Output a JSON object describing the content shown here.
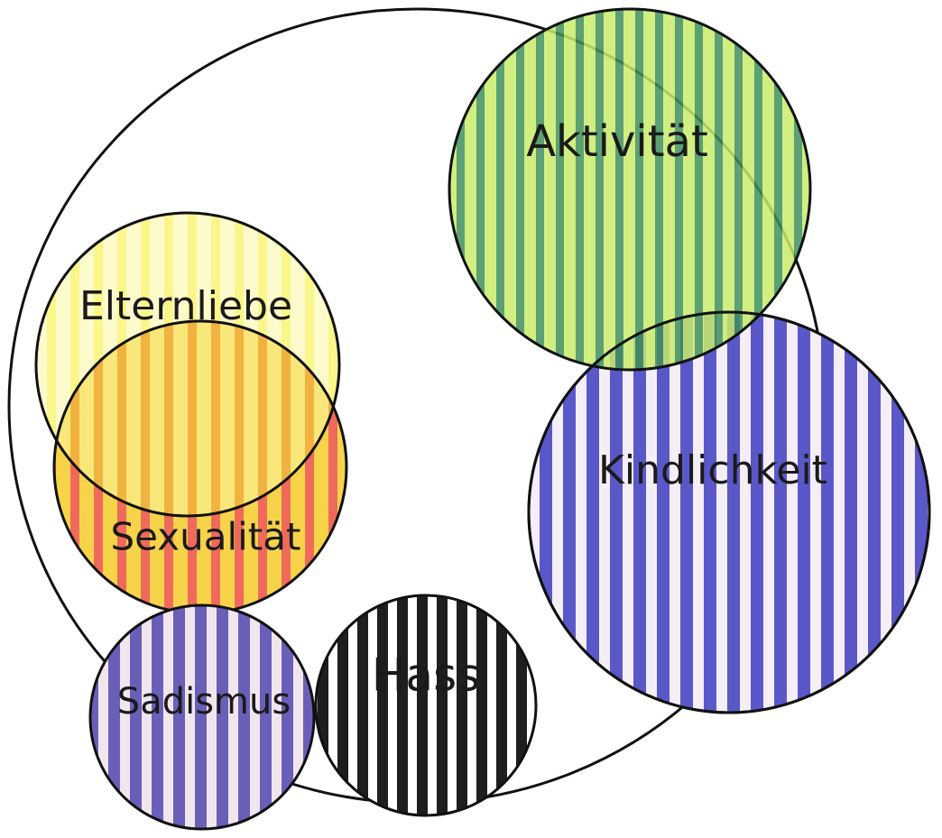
{
  "circles": [
    {
      "id": "elternliebe",
      "label": "Elternliebe",
      "color": "#f5ee2a",
      "stripe": "#fbf7a0"
    },
    {
      "id": "sexualitaet",
      "label": "Sexualität",
      "color": "#ef6a5a",
      "stripe": "#f7d34a"
    },
    {
      "id": "aktivitaet",
      "label": "Aktivität",
      "color": "#3f8f5a",
      "stripe": "#c8ec6a"
    },
    {
      "id": "kindlichkeit",
      "label": "Kindlichkeit",
      "color": "#5a58c8",
      "stripe": "#f4eef6"
    },
    {
      "id": "sadismus",
      "label": "Sadismus",
      "color": "#6a5fb8",
      "stripe": "#f2e6ee"
    },
    {
      "id": "hass",
      "label": "Hass",
      "color": "#1e1e1e",
      "stripe": "#ffffff"
    }
  ]
}
